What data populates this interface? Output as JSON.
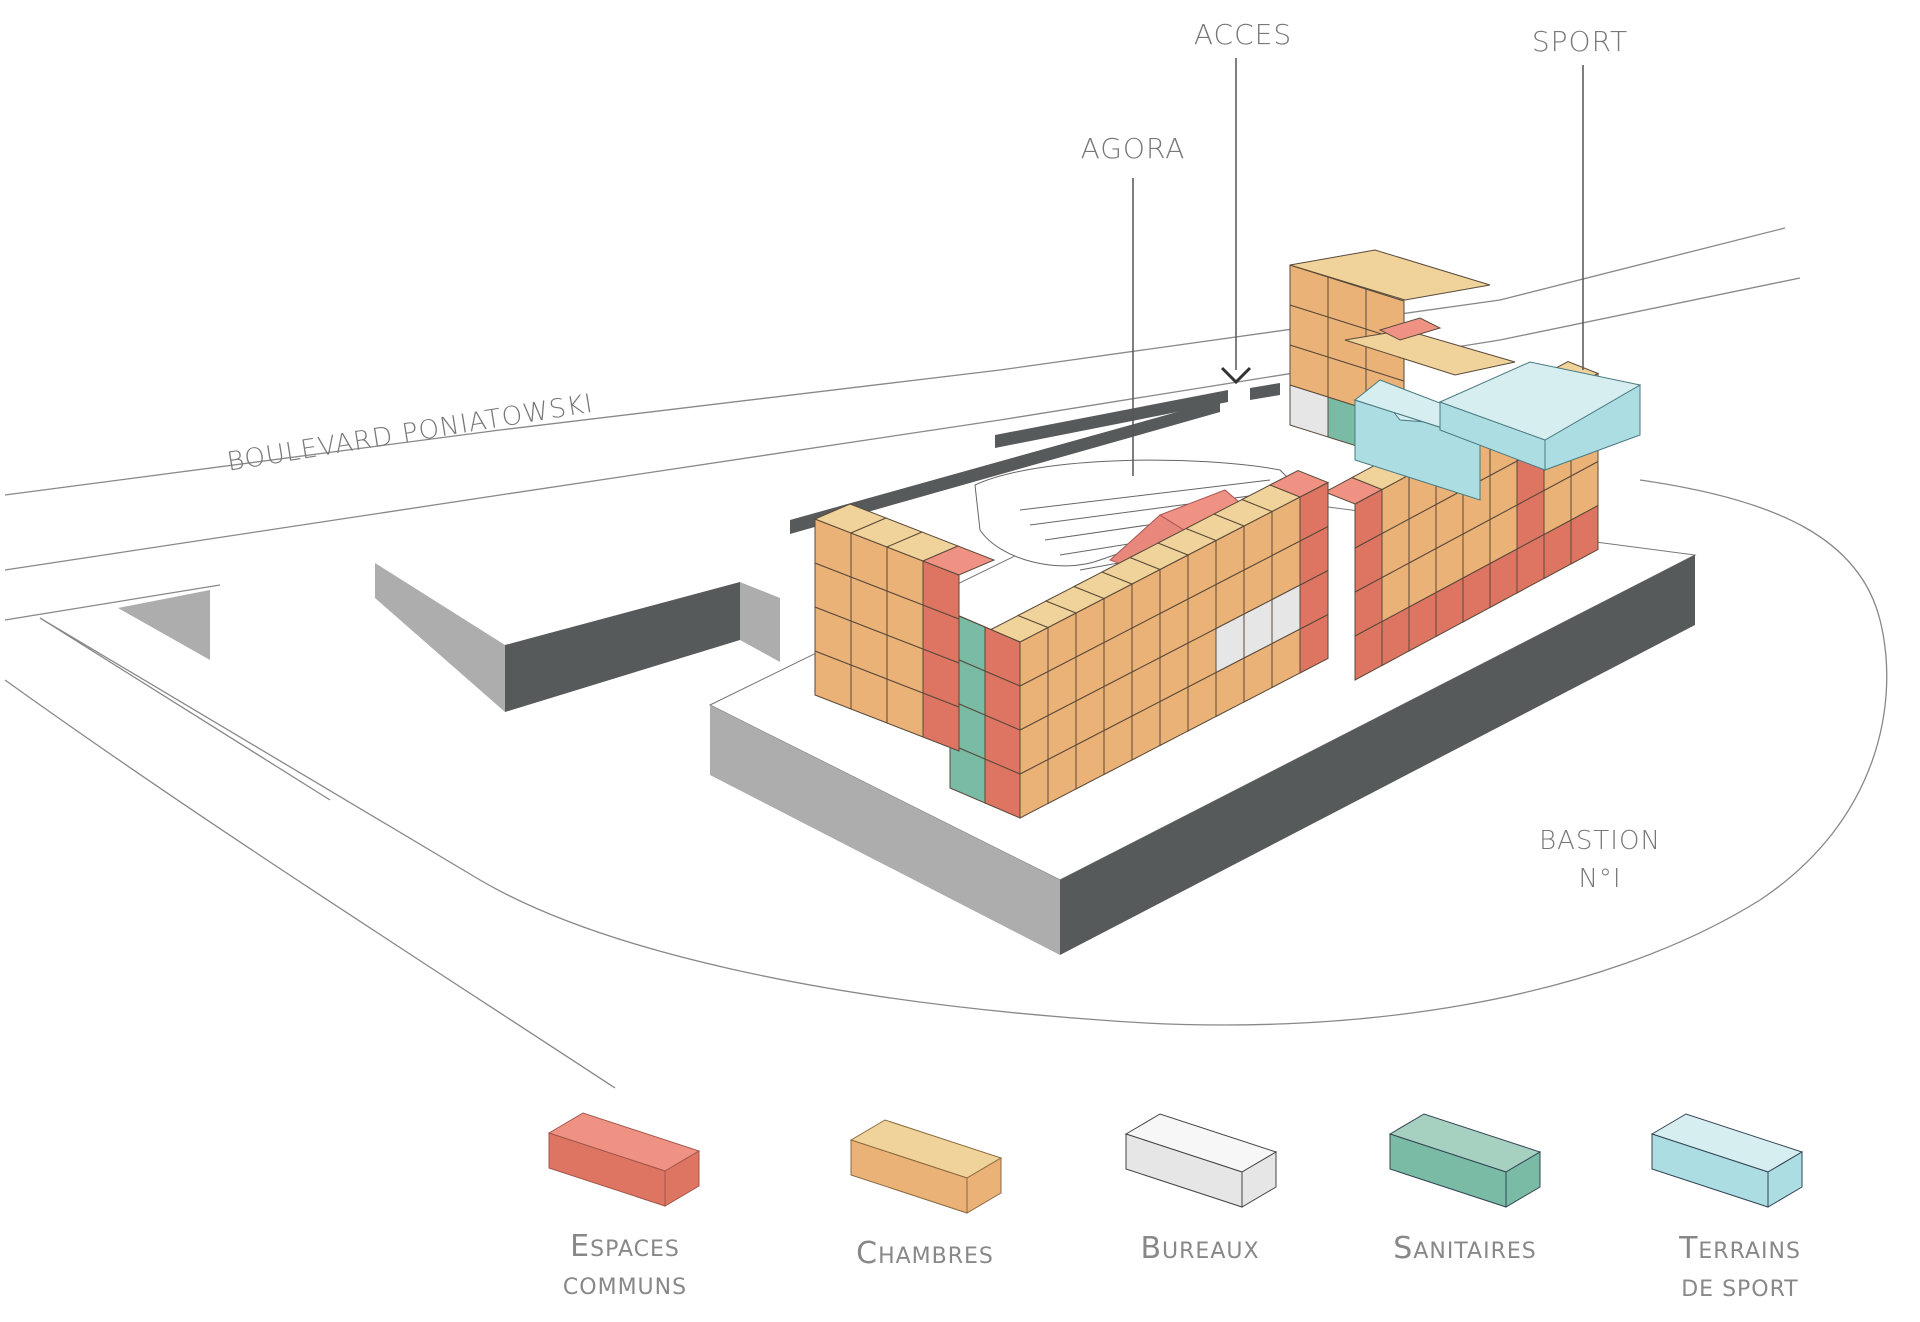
{
  "diagram": {
    "type": "isometric-architectural-program-diagram",
    "site": {
      "street_label": "BOULEVARD PONIATOWSKI",
      "bastion_label_line1": "BASTION",
      "bastion_label_line2": "N°I"
    },
    "callouts": [
      {
        "id": "agora",
        "label": "AGORA"
      },
      {
        "id": "acces",
        "label": "ACCES"
      },
      {
        "id": "sport",
        "label": "SPORT"
      }
    ],
    "colors": {
      "espaces_communs_front": "#de7462",
      "espaces_communs_top": "#ef9284",
      "chambres_front": "#ebb277",
      "chambres_top": "#f0d39a",
      "bureaux_front": "#e6e6e6",
      "bureaux_top": "#f7f7f7",
      "sanitaires_front": "#79bba5",
      "sanitaires_top": "#a6d1c1",
      "terrains_front": "#acdde3",
      "terrains_top": "#d6eef0",
      "plinth_dark": "#575a5a",
      "plinth_light": "#adadad",
      "line": "#555555"
    },
    "legend": [
      {
        "key": "espaces_communs",
        "first": "E",
        "rest": "SPACES",
        "line2": "COMMUNS"
      },
      {
        "key": "chambres",
        "first": "C",
        "rest": "HAMBRES",
        "line2": ""
      },
      {
        "key": "bureaux",
        "first": "B",
        "rest": "UREAUX",
        "line2": ""
      },
      {
        "key": "sanitaires",
        "first": "S",
        "rest": "ANITAIRES",
        "line2": ""
      },
      {
        "key": "terrains_de_sport",
        "first": "T",
        "rest": "ERRAINS",
        "line2": "DE SPORT"
      }
    ]
  }
}
